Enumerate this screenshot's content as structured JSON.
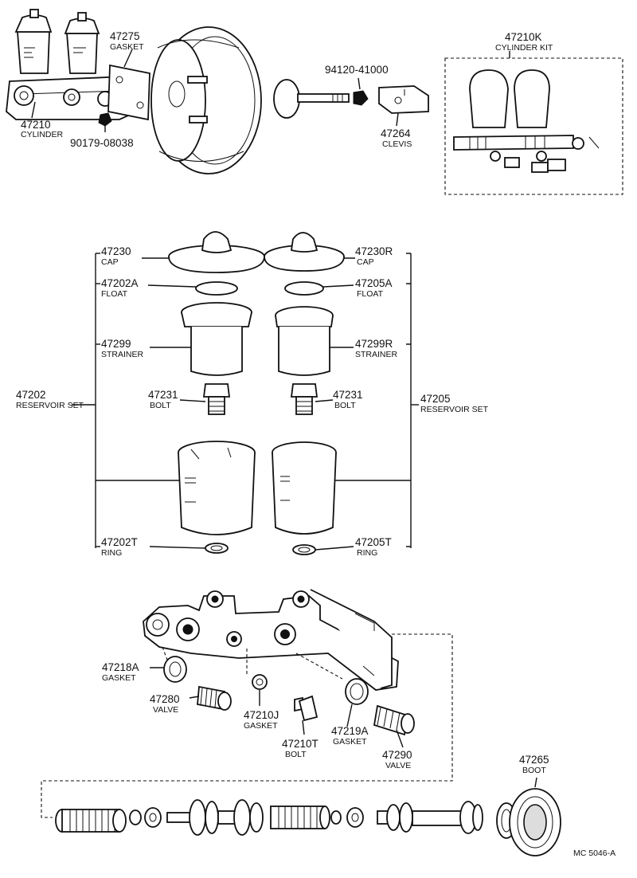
{
  "labels": {
    "p47275": {
      "num": "47275",
      "name": "GASKET"
    },
    "p47210": {
      "num": "47210",
      "name": "CYLINDER"
    },
    "p90179": {
      "num": "90179-08038"
    },
    "p94120": {
      "num": "94120-41000"
    },
    "p47264": {
      "num": "47264",
      "name": "CLEVIS"
    },
    "p47210K": {
      "num": "47210K",
      "name": "CYLINDER KIT"
    },
    "p47230": {
      "num": "47230",
      "name": "CAP"
    },
    "p47230R": {
      "num": "47230R",
      "name": "CAP"
    },
    "p47202A": {
      "num": "47202A",
      "name": "FLOAT"
    },
    "p47205A": {
      "num": "47205A",
      "name": "FLOAT"
    },
    "p47299": {
      "num": "47299",
      "name": "STRAINER"
    },
    "p47299R": {
      "num": "47299R",
      "name": "STRAINER"
    },
    "p47231L": {
      "num": "47231",
      "name": "BOLT"
    },
    "p47231R": {
      "num": "47231",
      "name": "BOLT"
    },
    "p47202": {
      "num": "47202",
      "name": "RESERVOIR SET"
    },
    "p47205": {
      "num": "47205",
      "name": "RESERVOIR SET"
    },
    "p47202T": {
      "num": "47202T",
      "name": "RING"
    },
    "p47205T": {
      "num": "47205T",
      "name": "RING"
    },
    "p47218A": {
      "num": "47218A",
      "name": "GASKET"
    },
    "p47280": {
      "num": "47280",
      "name": "VALVE"
    },
    "p47210J": {
      "num": "47210J",
      "name": "GASKET"
    },
    "p47210T": {
      "num": "47210T",
      "name": "BOLT"
    },
    "p47219A": {
      "num": "47219A",
      "name": "GASKET"
    },
    "p47290": {
      "num": "47290",
      "name": "VALVE"
    },
    "p47265": {
      "num": "47265",
      "name": "BOOT"
    }
  },
  "footer": {
    "code": "MC 5046-A"
  }
}
